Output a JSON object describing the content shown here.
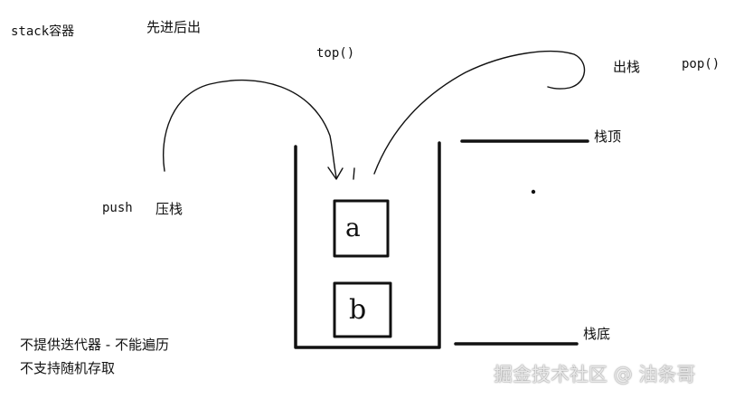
{
  "title": "stack容器",
  "principle": "先进后出",
  "top_call": "top()",
  "pop_label": "出栈",
  "pop_call": "pop()",
  "push_call": "push",
  "push_label": "压栈",
  "stack_top": "栈顶",
  "stack_bottom": "栈底",
  "elements": [
    "a",
    "b"
  ],
  "note_line1": "不提供迭代器 - 不能遍历",
  "note_line2": "不支持随机存取",
  "watermark": "掘金技术社区 @ 油条哥"
}
